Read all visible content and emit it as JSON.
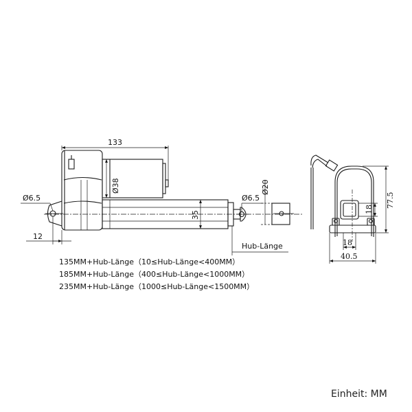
{
  "dimensions": {
    "overall_length": "133",
    "motor_diameter": "Ø38",
    "mount_hole_left": "Ø6.5",
    "mount_hole_right": "Ø6.5",
    "tube_height": "35",
    "end_diameter": "Ø20",
    "offset_left": "12",
    "stroke_label": "Hub-Länge",
    "side_height": "77.5",
    "side_slot_height": "18",
    "side_slot_width": "18",
    "side_width": "40.5"
  },
  "formulas": [
    "135MM+Hub-Länge（10≤Hub-Länge<400MM）",
    "185MM+Hub-Länge（400≤Hub-Länge<1000MM）",
    "235MM+Hub-Länge（1000≤Hub-Länge<1500MM）"
  ],
  "unit_note": "Einheit: MM"
}
